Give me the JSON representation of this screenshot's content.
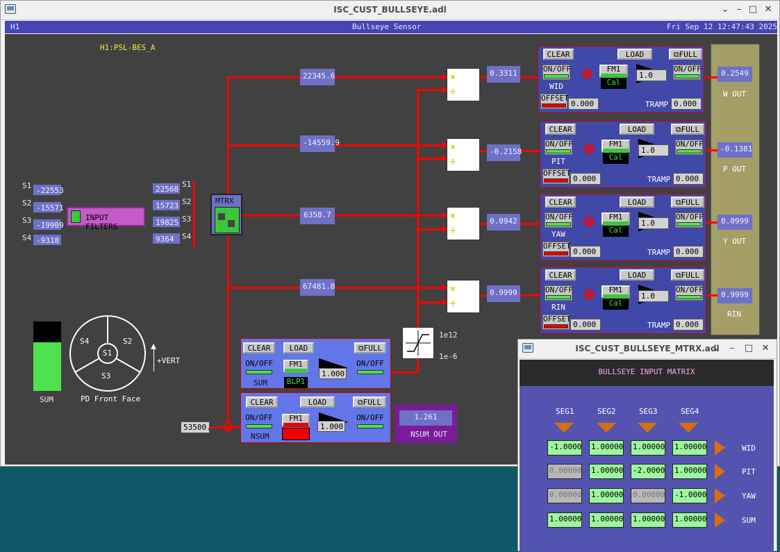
{
  "main_window": {
    "title": "ISC_CUST_BULLSEYE.adl"
  },
  "header": {
    "ifo": "H1",
    "screen_title": "Bullseye Sensor",
    "datetime": "Fri Sep 12 12:47:43 2025"
  },
  "channel_prefix": "H1:PSL-BES_A",
  "inputs": {
    "raw": [
      {
        "label": "S1",
        "value": "-22553"
      },
      {
        "label": "S2",
        "value": "-15571"
      },
      {
        "label": "S3",
        "value": "-19909"
      },
      {
        "label": "S4",
        "value": "-9318"
      }
    ],
    "filtered": [
      {
        "label": "S1",
        "value": "22568"
      },
      {
        "label": "S2",
        "value": "15723"
      },
      {
        "label": "S3",
        "value": "19825"
      },
      {
        "label": "S4",
        "value": "9364"
      }
    ],
    "filters_button": "INPUT FILTERS",
    "matrix_button": "MTRX"
  },
  "matrix_outputs": [
    "22345.6",
    "-14559.9",
    "6358.7",
    "67481.0"
  ],
  "ratios": [
    "0.3311",
    "-0.2158",
    "0.0942",
    "0.9999"
  ],
  "mul_symbol": "×",
  "div_symbol": "÷",
  "dof_banks": [
    {
      "name": "WID",
      "out_value": "0.2549",
      "out_label": "W OUT",
      "gain": "1.0",
      "tramp": "0.000",
      "offset": "0.000",
      "fm": "FM1",
      "fm_sub": "Cal"
    },
    {
      "name": "PIT",
      "out_value": "-0.1381",
      "out_label": "P OUT",
      "gain": "1.0",
      "tramp": "0.000",
      "offset": "0.000",
      "fm": "FM1",
      "fm_sub": "Cal"
    },
    {
      "name": "YAW",
      "out_value": "0.0999",
      "out_label": "Y OUT",
      "gain": "1.0",
      "tramp": "0.000",
      "offset": "0.000",
      "fm": "FM1",
      "fm_sub": "Cal"
    },
    {
      "name": "RIN",
      "out_value": "0.9999",
      "out_label": "RIN",
      "gain": "1.0",
      "tramp": "0.000",
      "offset": "0.000",
      "fm": "FM1",
      "fm_sub": "Cal"
    }
  ],
  "buttons": {
    "clear": "CLEAR",
    "load": "LOAD",
    "full": "⧉FULL",
    "onoff": "ON/OFF",
    "offset": "OFFSET",
    "tramp": "TRAMP"
  },
  "sum_bank": {
    "name": "SUM",
    "fm": "FM1",
    "fm_sub": "BLP1",
    "gain": "1.000"
  },
  "nsum_bank": {
    "name": "NSUM",
    "fm": "FM1",
    "gain": "1.000",
    "out_value": "1.261",
    "out_label": "NSUM OUT",
    "input_value": "53500."
  },
  "limiter": {
    "high": "1e12",
    "low": "1e-6"
  },
  "sum_bar": {
    "label": "SUM",
    "fill_fraction": 0.7
  },
  "pd_face": {
    "labels": [
      "S1",
      "S2",
      "S3",
      "S4"
    ],
    "caption": "PD Front Face",
    "vert_label": "+VERT"
  },
  "matrix_window": {
    "title": "ISC_CUST_BULLSEYE_MTRX.adl",
    "heading": "BULLSEYE INPUT MATRIX",
    "columns": [
      "SEG1",
      "SEG2",
      "SEG3",
      "SEG4"
    ],
    "rows": [
      {
        "label": "WID",
        "values": [
          "-1.0000",
          "1.00000",
          "1.00000",
          "1.00000"
        ],
        "active": [
          true,
          true,
          true,
          true
        ]
      },
      {
        "label": "PIT",
        "values": [
          "0.00000",
          "1.00000",
          "-2.0000",
          "1.00000"
        ],
        "active": [
          false,
          true,
          true,
          true
        ]
      },
      {
        "label": "YAW",
        "values": [
          "0.00000",
          "1.00000",
          "0.00000",
          "-1.0000"
        ],
        "active": [
          false,
          true,
          false,
          true
        ]
      },
      {
        "label": "SUM",
        "values": [
          "1.00000",
          "1.00000",
          "1.00000",
          "1.00000"
        ],
        "active": [
          true,
          true,
          true,
          true
        ]
      }
    ]
  },
  "colors": {
    "panel": "#414141",
    "signal": "#ff0000",
    "value_box": "#6e71c6",
    "bank_bg": "#4048a8",
    "matrix_bg": "#5454b0"
  }
}
